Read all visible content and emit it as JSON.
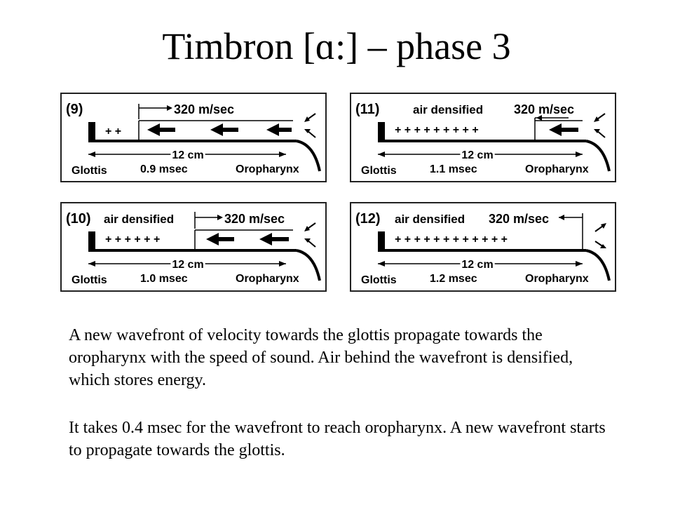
{
  "slide": {
    "title": "Timbron [ɑ:] – phase 3",
    "paragraphs": [
      "A new wavefront of velocity towards the glottis propagate towards the oropharynx with the speed of sound. Air behind the wavefront is densified, which stores energy.",
      "It takes 0.4 msec for the wavefront to reach oropharynx. A new wavefront starts to propagate towards the glottis."
    ]
  },
  "panels": {
    "p9": {
      "label": "(9)",
      "note": "",
      "speed": "320 m/sec",
      "length": "12 cm",
      "left": "Glottis",
      "time": "0.9 msec",
      "right": "Oropharynx",
      "plus": "+ +"
    },
    "p11": {
      "label": "(11)",
      "note": "air densified",
      "speed": "320 m/sec",
      "length": "12 cm",
      "left": "Glottis",
      "time": "1.1 msec",
      "right": "Oropharynx",
      "plus": "+ + + + + + + + +"
    },
    "p10": {
      "label": "(10)",
      "note": "air densified",
      "speed": "320 m/sec",
      "length": "12 cm",
      "left": "Glottis",
      "time": "1.0 msec",
      "right": "Oropharynx",
      "plus": "+ + + + + +"
    },
    "p12": {
      "label": "(12)",
      "note": "air densified",
      "speed": "320 m/sec",
      "length": "12 cm",
      "left": "Glottis",
      "time": "1.2 msec",
      "right": "Oropharynx",
      "plus": "+ + + + + + + + + + + +"
    }
  }
}
